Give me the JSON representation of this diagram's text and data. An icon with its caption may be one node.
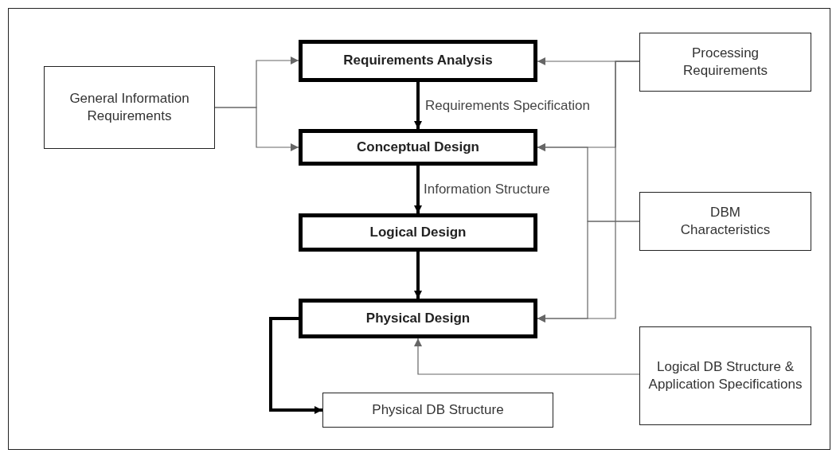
{
  "diagram": {
    "nodes": [
      {
        "text": [
          "General Information Requirements"
        ]
      },
      {
        "text": [
          "Requirements Analysis"
        ]
      },
      {
        "text": [
          "Conceptual Design"
        ]
      },
      {
        "text": [
          "Logical Design"
        ]
      },
      {
        "text": [
          "Physical Design"
        ]
      },
      {
        "text": [
          "Processing Requirements"
        ]
      },
      {
        "text": [
          "DBM Characteristics"
        ]
      },
      {
        "text": [
          "Logical DB Structure & Application Specifications"
        ]
      },
      {
        "text": [
          "Physical DB Structure"
        ]
      }
    ],
    "edges": [
      {
        "from": 0,
        "to": 1,
        "arrow": "to"
      },
      {
        "from": 0,
        "to": 2,
        "arrow": "to"
      },
      {
        "from": 1,
        "to": 2,
        "arrow": "to",
        "label": "Requirements Specification",
        "style": "thick",
        "color": "#000000"
      },
      {
        "from": 2,
        "to": 3,
        "arrow": "to",
        "label": "Information Structure",
        "style": "thick",
        "color": "#000000"
      },
      {
        "from": 3,
        "to": 4,
        "arrow": "to",
        "style": "thick",
        "color": "#000000"
      },
      {
        "from": 5,
        "to": 1,
        "arrow": "to"
      },
      {
        "from": 5,
        "to": 2,
        "arrow": "to"
      },
      {
        "from": 5,
        "to": 4,
        "arrow": "to"
      },
      {
        "from": 6,
        "to": 2,
        "arrow": "to"
      },
      {
        "from": 6,
        "to": 4,
        "arrow": "to"
      },
      {
        "from": 7,
        "to": 4,
        "arrow": "to"
      },
      {
        "from": 4,
        "to": 8,
        "arrow": "to",
        "style": "thick",
        "color": "#000000"
      }
    ]
  }
}
